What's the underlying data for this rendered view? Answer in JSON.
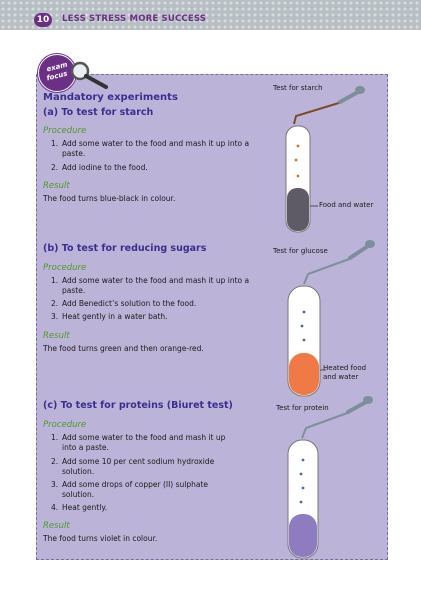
{
  "header": {
    "page_number": "10",
    "running_title": "LESS STRESS MORE SUCCESS"
  },
  "badge": {
    "line1": "exam",
    "line2": "focus",
    "icon": "magnifying-glass-icon"
  },
  "main_heading": "Mandatory experiments",
  "sections": [
    {
      "title": "(a)  To test for starch",
      "procedure_label": "Procedure",
      "steps": [
        {
          "num": "1.",
          "text": "Add some water to the food and mash it up into a paste."
        },
        {
          "num": "2.",
          "text": "Add iodine to the food."
        }
      ],
      "result_label": "Result",
      "result_text": "The food turns blue-black in colour.",
      "figure_title": "Test for starch",
      "figure_label": "Food and water",
      "liquid_color": "#5e5a66"
    },
    {
      "title": "(b)  To test for reducing sugars",
      "procedure_label": "Procedure",
      "steps": [
        {
          "num": "1.",
          "text": "Add some water to the food and mash it up into a paste."
        },
        {
          "num": "2.",
          "text": "Add Benedict’s solution to the food."
        },
        {
          "num": "3.",
          "text": "Heat gently in a water bath."
        }
      ],
      "result_label": "Result",
      "result_text": "The food turns green and then orange-red.",
      "figure_title": "Test for glucose",
      "figure_label_line1": "Heated food",
      "figure_label_line2": "and water",
      "liquid_color": "#f07a45"
    },
    {
      "title": "(c)  To test for proteins (Biuret test)",
      "procedure_label": "Procedure",
      "steps": [
        {
          "num": "1.",
          "text": "Add some water to the food and mash it up into a paste."
        },
        {
          "num": "2.",
          "text": "Add some 10 per cent sodium hydroxide solution."
        },
        {
          "num": "3.",
          "text": "Add some drops of copper (II) sulphate solution."
        },
        {
          "num": "4.",
          "text": "Heat gently."
        }
      ],
      "result_label": "Result",
      "result_text": "The food turns violet in colour.",
      "figure_title": "Test for protein",
      "liquid_color": "#8f7cc0"
    }
  ],
  "colors": {
    "panel": "#bcb3d8",
    "heading": "#3a2f8f",
    "green_label": "#4c9a2a",
    "accent_purple": "#6b2f86",
    "dropper_bulb": "#7d8f9a"
  }
}
